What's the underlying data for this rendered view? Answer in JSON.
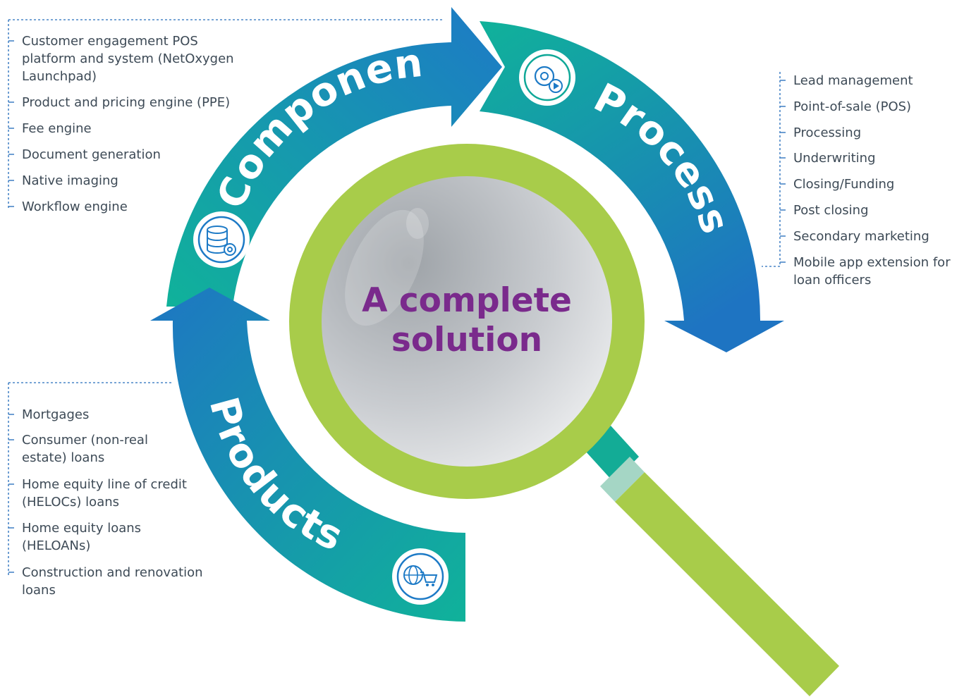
{
  "center": {
    "line1": "A complete",
    "line2": "solution"
  },
  "arcs": {
    "components": "Components",
    "processes": "Processes",
    "products": "Products"
  },
  "icons": {
    "components": "database-gear-icon",
    "processes": "gear-play-icon",
    "products": "globe-cart-icon"
  },
  "components_list": [
    [
      "Customer engagement POS",
      "platform and system (NetOxygen",
      "Launchpad)"
    ],
    [
      "Product and pricing engine (PPE)"
    ],
    [
      "Fee engine"
    ],
    [
      "Document generation"
    ],
    [
      "Native imaging"
    ],
    [
      "Workflow engine"
    ]
  ],
  "processes_list": [
    [
      "Lead management"
    ],
    [
      "Point-of-sale (POS)"
    ],
    [
      "Processing"
    ],
    [
      "Underwriting"
    ],
    [
      "Closing/Funding"
    ],
    [
      "Post closing"
    ],
    [
      "Secondary marketing"
    ],
    [
      "Mobile app extension for",
      "loan officers"
    ]
  ],
  "products_list": [
    [
      "Mortgages"
    ],
    [
      "Consumer (non-real",
      "estate) loans"
    ],
    [
      "Home equity line of credit",
      "(HELOCs) loans"
    ],
    [
      "Home equity loans",
      "(HELOANs)"
    ],
    [
      "Construction and renovation",
      "loans"
    ]
  ],
  "colors": {
    "teal": "#0fb39a",
    "blue": "#1f74c4",
    "lens_ring": "#a8cc4a",
    "handle": "#a8cc4a",
    "center_text": "#7a2a8c",
    "dotted": "#4a86c7"
  }
}
